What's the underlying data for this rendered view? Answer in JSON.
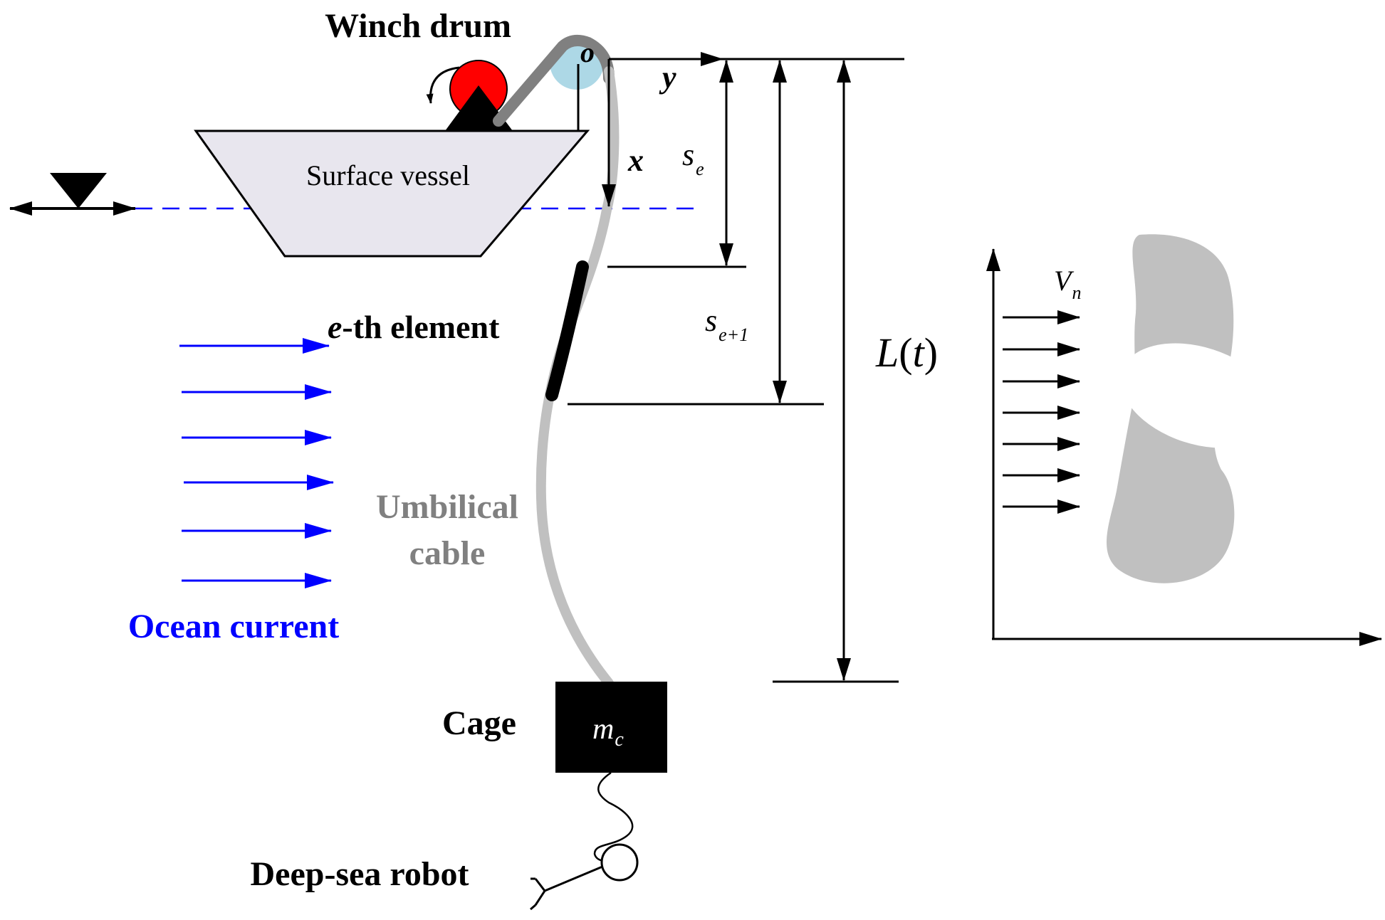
{
  "labels": {
    "winch_drum": "Winch drum",
    "surface_vessel": "Surface vessel",
    "origin": "o",
    "axis_y": "y",
    "axis_x": "x",
    "element_e": "e",
    "element_rest": "-th element",
    "umbilical_line1": "Umbilical",
    "umbilical_line2": "cable",
    "ocean_current": "Ocean current",
    "cage": "Cage",
    "cage_mass_main": "m",
    "cage_mass_sub": "c",
    "deep_sea_robot": "Deep-sea robot",
    "s_e_main": "s",
    "s_e_sub": "e",
    "s_e1_main": "s",
    "s_e1_sub": "e+1",
    "length_L": "L",
    "length_open": "(",
    "length_t": "t",
    "length_close": ")",
    "vn_main": "V",
    "vn_sub": "n"
  },
  "colors": {
    "current_blue": "#0000ff",
    "cable_gray": "#c0c0c0",
    "cable_label_gray": "#808080",
    "drum_red": "#ff0000",
    "pulley_blue": "#add8e6",
    "vessel_fill": "#e8e6ee",
    "cross_section_gray": "#c0c0c0",
    "black": "#000000"
  },
  "icons": {
    "water_level": "inverted-triangle-icon",
    "drum_rotation": "curved-arrow-icon",
    "robot": "circle-claw-icon"
  }
}
